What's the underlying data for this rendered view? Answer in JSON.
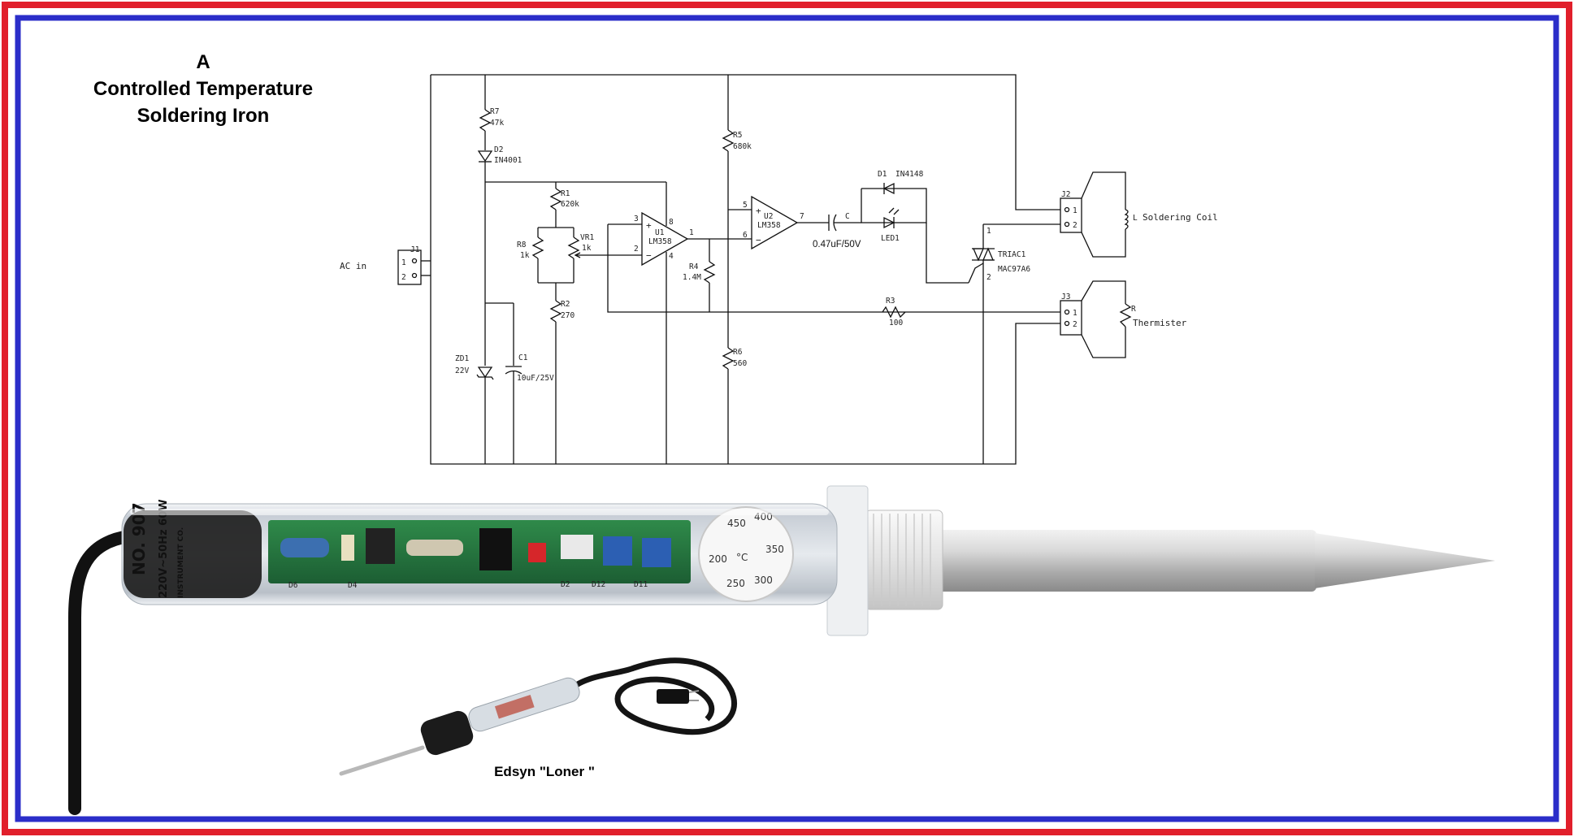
{
  "title": {
    "line1": "A",
    "line2": "Controlled Temperature",
    "line3": "Soldering Iron"
  },
  "caption": "Edsyn \"Loner \"",
  "colors": {
    "outer_border": "#e11f2b",
    "inner_border": "#2b2ec9",
    "wire": "#111111"
  },
  "schematic": {
    "ac_in": "AC in",
    "j1": "J1",
    "pin1": "1",
    "pin2": "2",
    "r7": "R7",
    "r7v": "47k",
    "d2": "D2",
    "d2v": "IN4001",
    "r1": "R1",
    "r1v": "620k",
    "r8": "R8",
    "r8v": "1k",
    "vr1": "VR1",
    "vr1v": "1k",
    "r2": "R2",
    "r2v": "270",
    "zd1": "ZD1",
    "zd1v": "22V",
    "c1": "C1",
    "c1v": "10uF/25V",
    "u1": "U1",
    "u1v": "LM358",
    "u1_pin3": "3",
    "u1_pin2": "2",
    "u1_pin8": "8",
    "u1_pin4": "4",
    "u1_pin1": "1",
    "plus": "+",
    "minus": "−",
    "r4": "R4",
    "r4v": "1.4M",
    "r5": "R5",
    "r5v": "680k",
    "r6": "R6",
    "r6v": "560",
    "u2": "U2",
    "u2v": "LM358",
    "u2_pin5": "5",
    "u2_pin6": "6",
    "u2_pin7": "7",
    "c": "C",
    "cv": "0.47uF/50V",
    "d1": "D1",
    "d1v": "IN4148",
    "led1": "LED1",
    "triac": "TRIAC1",
    "triacv": "MAC97A6",
    "t_pin1": "1",
    "t_pin2": "2",
    "r3": "R3",
    "r3v": "100",
    "j2": "J2",
    "j3": "J3",
    "coil_l": "L",
    "coil": "Soldering Coil",
    "therm_r": "R",
    "therm": "Thermister"
  },
  "iron": {
    "model": "NO. 907",
    "spec": "220V~50Hz 60W",
    "maker": "INSTRUMENT CO.",
    "dial": [
      "450",
      "400",
      "350",
      "300",
      "250",
      "200"
    ],
    "dial_unit": "°C",
    "parts": [
      "D6",
      "D4",
      "D2",
      "D12",
      "D11"
    ]
  }
}
